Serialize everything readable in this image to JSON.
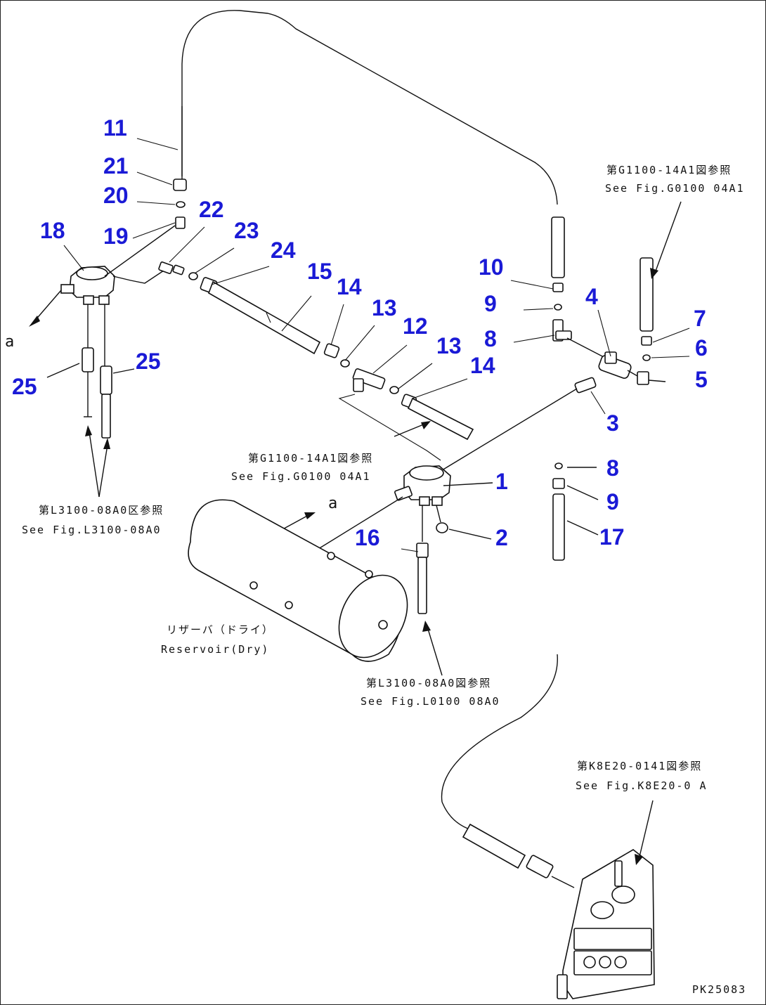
{
  "callouts": {
    "c1": "1",
    "c2": "2",
    "c3": "3",
    "c4": "4",
    "c5": "5",
    "c6": "6",
    "c7": "7",
    "c8a": "8",
    "c8b": "8",
    "c9a": "9",
    "c9b": "9",
    "c10": "10",
    "c11": "11",
    "c12": "12",
    "c13a": "13",
    "c13b": "13",
    "c14a": "14",
    "c14b": "14",
    "c15": "15",
    "c16": "16",
    "c17": "17",
    "c18": "18",
    "c19": "19",
    "c20": "20",
    "c21": "21",
    "c22": "22",
    "c23": "23",
    "c24": "24",
    "c25a": "25",
    "c25b": "25"
  },
  "letters": {
    "a_left": "a",
    "a_center": "a"
  },
  "references": {
    "r1_jp": "第G1100-14A1図参照",
    "r1_en": "See Fig.G0100 04A1",
    "r2_jp": "第G1100-14A1図参照",
    "r2_en": "See Fig.G0100 04A1",
    "r3_jp": "第L3100-08A0区参照",
    "r3_en": "See Fig.L3100-08A0",
    "r4_jp": "第L3100-08A0図参照",
    "r4_en": "See Fig.L0100 08A0",
    "r5_jp": "第K8E20-0141図参照",
    "r5_en": "See Fig.K8E20-0 A"
  },
  "reservoir": {
    "jp": "リザーバ（ドライ）",
    "en": "Reservoir(Dry)"
  },
  "drawing_code": "PK25083",
  "colors": {
    "callout": "#1a1ad6",
    "line": "#111111",
    "background": "#ffffff"
  }
}
